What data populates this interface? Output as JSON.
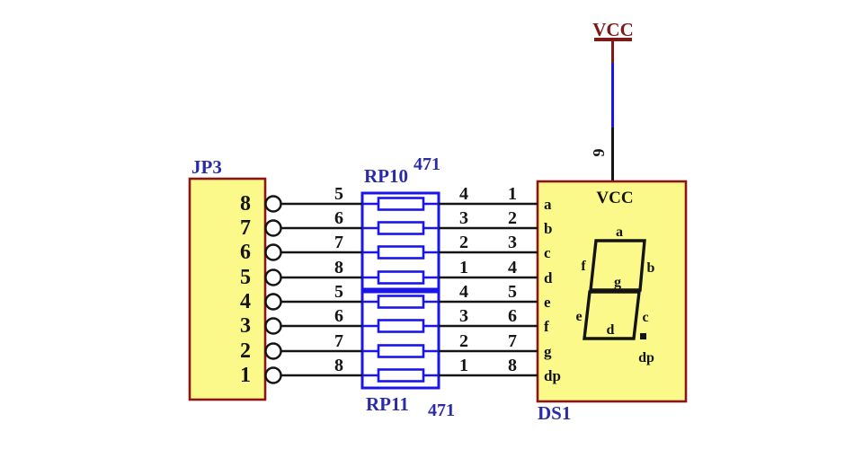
{
  "schematic": {
    "power": {
      "net_label": "VCC",
      "pin_number": "9"
    },
    "jp3": {
      "ref": "JP3",
      "pins": [
        "8",
        "7",
        "6",
        "5",
        "4",
        "3",
        "2",
        "1"
      ]
    },
    "rp10": {
      "ref": "RP10",
      "value": "471",
      "left_pins": [
        "5",
        "6",
        "7",
        "8"
      ],
      "right_pins": [
        "4",
        "3",
        "2",
        "1"
      ]
    },
    "rp11": {
      "ref": "RP11",
      "value": "471",
      "left_pins": [
        "5",
        "6",
        "7",
        "8"
      ],
      "right_pins": [
        "4",
        "3",
        "2",
        "1"
      ]
    },
    "ds1": {
      "ref": "DS1",
      "vcc_label": "VCC",
      "pins": [
        "1",
        "2",
        "3",
        "4",
        "5",
        "6",
        "7",
        "8"
      ],
      "segments": [
        "a",
        "b",
        "c",
        "d",
        "e",
        "f",
        "g",
        "dp"
      ]
    }
  },
  "colors": {
    "component_fill": "#FCF98B",
    "component_border": "#8C1616",
    "resistor_blue": "#1A16EA",
    "label_blue": "#2B2BA8",
    "power_dark_red": "#7C1A1A",
    "wire_black": "#141414"
  }
}
